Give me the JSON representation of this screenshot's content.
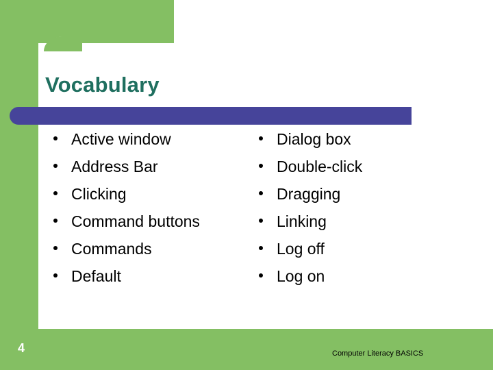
{
  "slide": {
    "title": "Vocabulary",
    "number": "4",
    "footer": "Computer Literacy BASICS",
    "colors": {
      "green": "#84bf63",
      "title_green": "#1f6f5f",
      "purple_bar": "#46449a",
      "text": "#000000"
    },
    "columns": [
      {
        "items": [
          "Active window",
          "Address Bar",
          "Clicking",
          "Command buttons",
          "Commands",
          "Default"
        ]
      },
      {
        "items": [
          "Dialog box",
          "Double-click",
          "Dragging",
          "Linking",
          "Log off",
          "Log on"
        ]
      }
    ]
  }
}
